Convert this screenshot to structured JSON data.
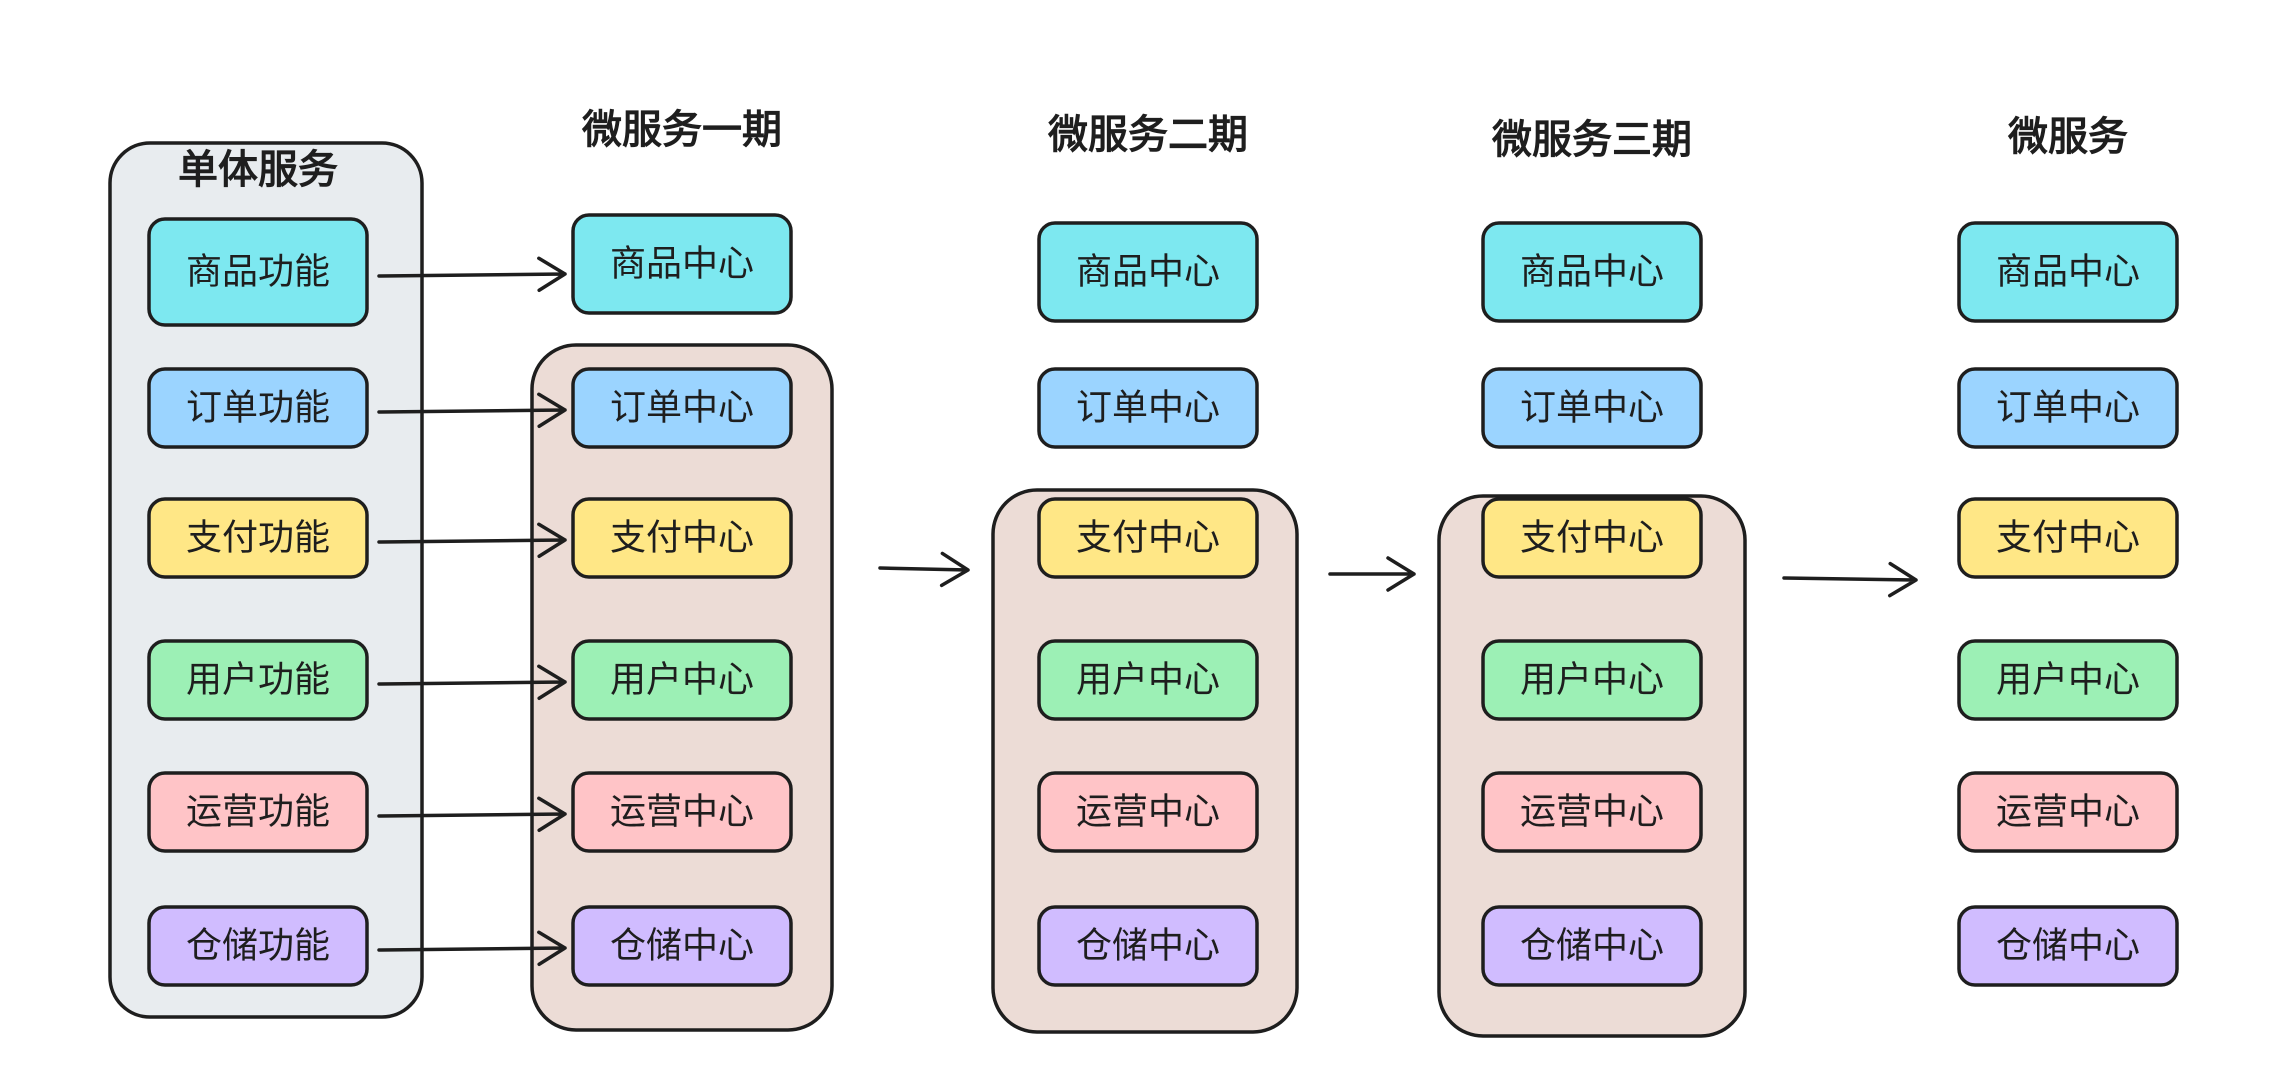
{
  "colors": {
    "cyan": "#7de8f0",
    "blue": "#9bd4ff",
    "yellow": "#ffe786",
    "green": "#9cf0b5",
    "pink": "#ffc4c7",
    "purple": "#d0bcff",
    "monolith_bg": "#e8ecef",
    "group_bg": "#ecdcd6",
    "stroke": "#1e1e1e"
  },
  "monolith": {
    "title": "单体服务",
    "items": [
      {
        "label": "商品功能",
        "color": "cyan"
      },
      {
        "label": "订单功能",
        "color": "blue"
      },
      {
        "label": "支付功能",
        "color": "yellow"
      },
      {
        "label": "用户功能",
        "color": "green"
      },
      {
        "label": "运营功能",
        "color": "pink"
      },
      {
        "label": "仓储功能",
        "color": "purple"
      }
    ]
  },
  "phases": [
    {
      "title": "微服务一期",
      "items": [
        {
          "label": "商品中心",
          "color": "cyan"
        },
        {
          "label": "订单中心",
          "color": "blue"
        },
        {
          "label": "支付中心",
          "color": "yellow"
        },
        {
          "label": "用户中心",
          "color": "green"
        },
        {
          "label": "运营中心",
          "color": "pink"
        },
        {
          "label": "仓储中心",
          "color": "purple"
        }
      ]
    },
    {
      "title": "微服务二期",
      "items": [
        {
          "label": "商品中心",
          "color": "cyan"
        },
        {
          "label": "订单中心",
          "color": "blue"
        },
        {
          "label": "支付中心",
          "color": "yellow"
        },
        {
          "label": "用户中心",
          "color": "green"
        },
        {
          "label": "运营中心",
          "color": "pink"
        },
        {
          "label": "仓储中心",
          "color": "purple"
        }
      ]
    },
    {
      "title": "微服务三期",
      "items": [
        {
          "label": "商品中心",
          "color": "cyan"
        },
        {
          "label": "订单中心",
          "color": "blue"
        },
        {
          "label": "支付中心",
          "color": "yellow"
        },
        {
          "label": "用户中心",
          "color": "green"
        },
        {
          "label": "运营中心",
          "color": "pink"
        },
        {
          "label": "仓储中心",
          "color": "purple"
        }
      ]
    },
    {
      "title": "微服务",
      "items": [
        {
          "label": "商品中心",
          "color": "cyan"
        },
        {
          "label": "订单中心",
          "color": "blue"
        },
        {
          "label": "支付中心",
          "color": "yellow"
        },
        {
          "label": "用户中心",
          "color": "green"
        },
        {
          "label": "运营中心",
          "color": "pink"
        },
        {
          "label": "仓储中心",
          "color": "purple"
        }
      ]
    }
  ]
}
